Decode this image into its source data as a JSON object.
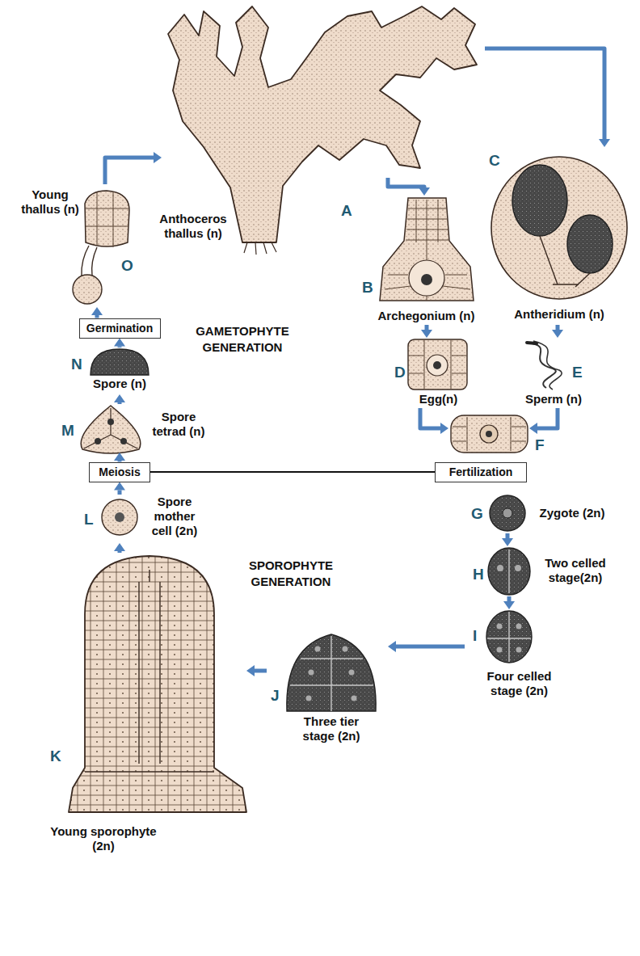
{
  "diagram": {
    "nodes": [
      {
        "text": [
          "Anthoceros thallus (n)",
          "A"
        ]
      },
      {
        "text": [
          "B",
          "Archegonium (n)"
        ]
      },
      {
        "text": [
          "C",
          "Antheridium (n)"
        ]
      },
      {
        "text": [
          "D",
          "Egg(n)"
        ]
      },
      {
        "text": [
          "E",
          "Sperm (n)"
        ]
      },
      {
        "text": [
          "F"
        ]
      },
      {
        "text": [
          "Fertilization"
        ]
      },
      {
        "text": [
          "G",
          "Zygote (2n)"
        ]
      },
      {
        "text": [
          "H",
          "Two celled stage(2n)"
        ]
      },
      {
        "text": [
          "I",
          "Four celled stage (2n)"
        ]
      },
      {
        "text": [
          "J",
          "Three tier stage (2n)"
        ]
      },
      {
        "text": [
          "K",
          "Young sporophyte (2n)"
        ]
      },
      {
        "text": [
          "L",
          "Spore mother cell (2n)"
        ]
      },
      {
        "text": [
          "Meiosis"
        ]
      },
      {
        "text": [
          "M",
          "Spore tetrad (n)"
        ]
      },
      {
        "text": [
          "N",
          "Spore (n)"
        ]
      },
      {
        "text": [
          "Germination"
        ]
      },
      {
        "text": [
          "Young thallus (n)",
          "O"
        ]
      }
    ],
    "edges": [
      {
        "from": 0,
        "to": 1,
        "arrow": "to"
      },
      {
        "from": 0,
        "to": 2,
        "arrow": "to"
      },
      {
        "from": 1,
        "to": 3,
        "arrow": "to"
      },
      {
        "from": 2,
        "to": 4,
        "arrow": "to"
      },
      {
        "from": 3,
        "to": 5,
        "arrow": "to"
      },
      {
        "from": 4,
        "to": 5,
        "arrow": "to"
      },
      {
        "from": 13,
        "to": 6,
        "arrow": "none"
      },
      {
        "from": 7,
        "to": 8,
        "arrow": "to"
      },
      {
        "from": 8,
        "to": 9,
        "arrow": "to"
      },
      {
        "from": 9,
        "to": 10,
        "arrow": "to"
      },
      {
        "from": 10,
        "to": 11,
        "arrow": "to"
      },
      {
        "from": 11,
        "to": 12,
        "arrow": "to"
      },
      {
        "from": 12,
        "to": 13,
        "arrow": "to"
      },
      {
        "from": 13,
        "to": 14,
        "arrow": "to"
      },
      {
        "from": 14,
        "to": 15,
        "arrow": "to"
      },
      {
        "from": 15,
        "to": 16,
        "arrow": "to"
      },
      {
        "from": 16,
        "to": 17,
        "arrow": "to"
      },
      {
        "from": 17,
        "to": 0,
        "arrow": "to"
      }
    ],
    "labels": [
      "GAMETOPHYTE GENERATION",
      "SPOROPHYTE GENERATION"
    ]
  }
}
